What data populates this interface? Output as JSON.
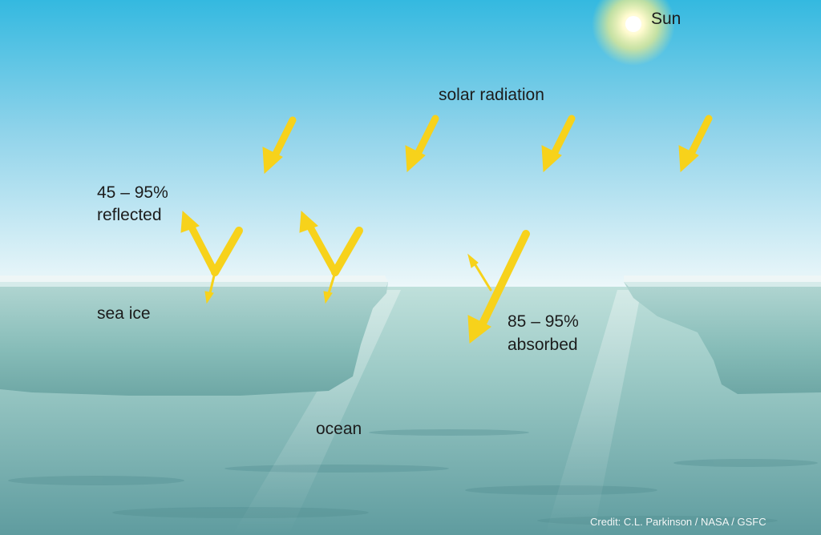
{
  "labels": {
    "sun": "Sun",
    "solar_radiation": "solar radiation",
    "reflected_line1": "45 – 95%",
    "reflected_line2": "reflected",
    "sea_ice": "sea ice",
    "absorbed_line1": "85 – 95%",
    "absorbed_line2": "absorbed",
    "ocean": "ocean"
  },
  "credit": "Credit: C.L. Parkinson / NASA / GSFC",
  "colors": {
    "sky_top": "#34b9e0",
    "sky_bottom": "#eef8fa",
    "ocean_top": "#b7dbd6",
    "ocean_bottom": "#5f9c9f",
    "ice": "#8fc4c0",
    "ray": "#f7d21b"
  }
}
